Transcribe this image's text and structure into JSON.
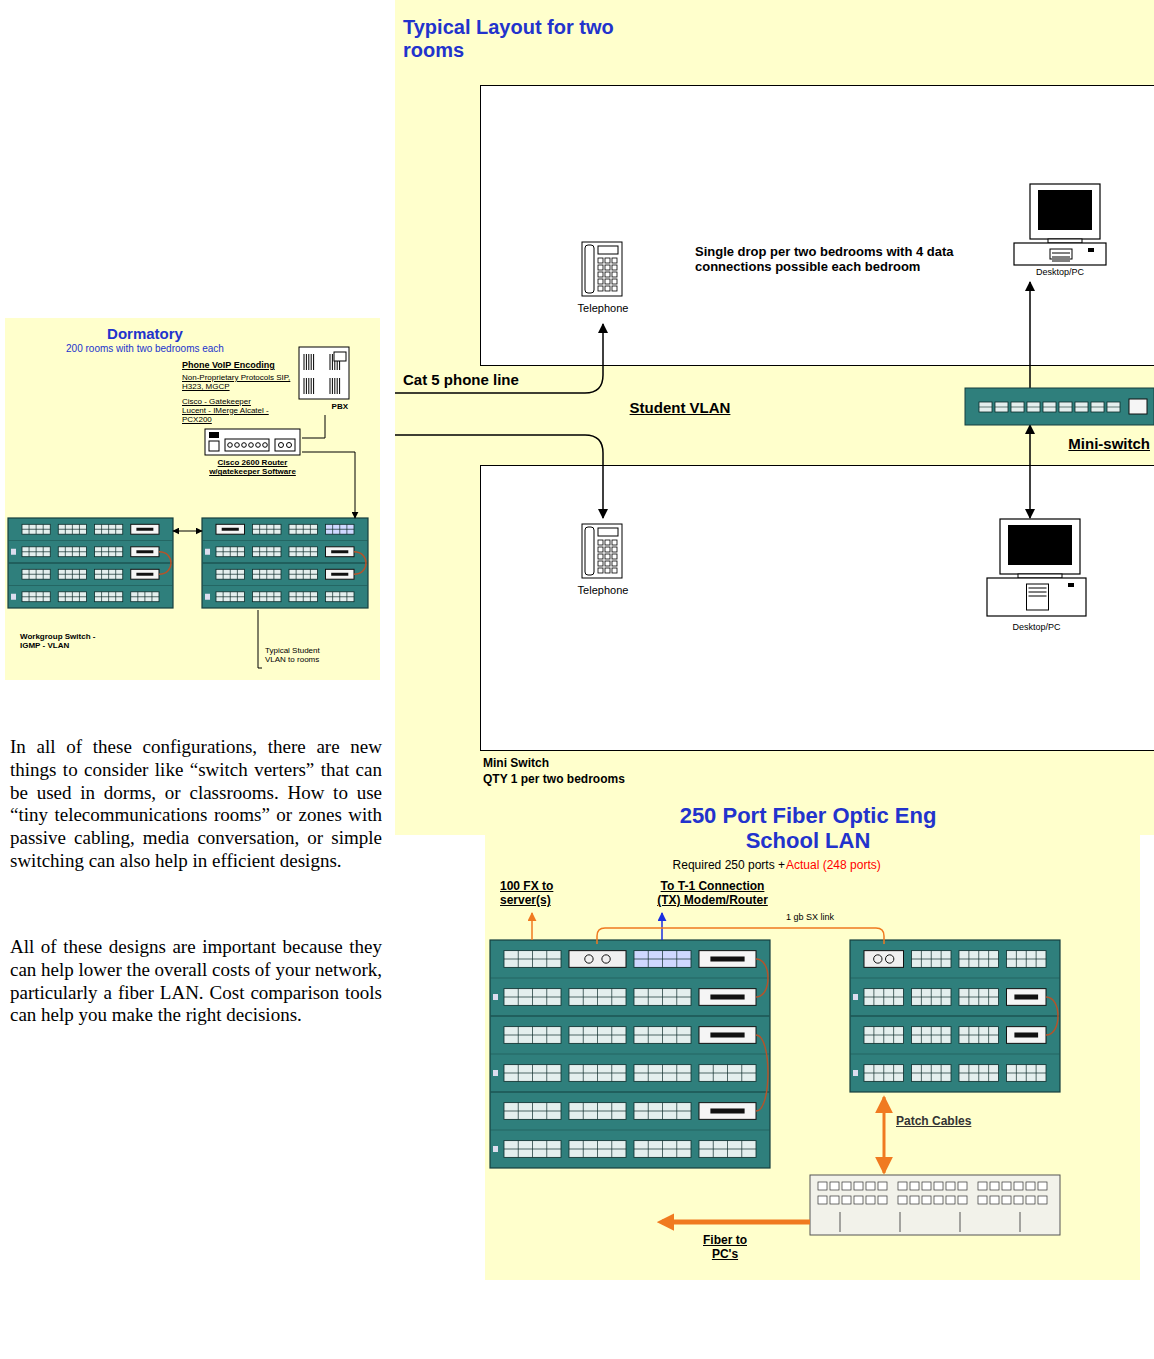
{
  "diagram": {
    "nodes": [
      {
        "text": [
          "Typical Layout for two rooms"
        ]
      },
      {
        "text": [
          "Single drop per two bedrooms with 4 data connections possible each bedroom"
        ],
        "in": 0
      },
      {
        "text": [
          "Telephone"
        ],
        "in": 1
      },
      {
        "text": [
          "Desktop/PC"
        ],
        "in": 1
      },
      {
        "text": [
          "Mini-switch"
        ],
        "in": 0
      },
      {
        "text": [
          "Telephone"
        ],
        "in": 0
      },
      {
        "text": [
          "Desktop/PC"
        ],
        "in": 0
      },
      {
        "text": [
          "Dormatory",
          "200 rooms with two bedrooms each"
        ]
      },
      {
        "text": [
          "PBX"
        ],
        "in": 7
      },
      {
        "text": [
          "Cisco 2600 Router w/gatekeeper Software"
        ],
        "in": 7
      },
      {
        "text": [
          "Workgroup Switch - IGMP - VLAN"
        ],
        "in": 7
      },
      {
        "text": [
          "Typical Student VLAN to rooms"
        ],
        "in": 7
      },
      {
        "text": [
          "250 Port Fiber Optic Eng School LAN",
          "Required 250 ports +",
          "Actual (248 ports)"
        ]
      }
    ],
    "edges": [
      {
        "from": 4,
        "to": 3,
        "arrow": "to"
      },
      {
        "from": 4,
        "to": 6,
        "arrow": "both"
      },
      {
        "from": 8,
        "to": 9,
        "arrow": "none"
      },
      {
        "from": 9,
        "to": 11,
        "arrow": "to"
      },
      {
        "from": 10,
        "to": 11,
        "arrow": "both"
      }
    ],
    "labels": [
      "Cat 5 phone line",
      "Student VLAN",
      "Mini Switch",
      "QTY 1 per two bedrooms",
      "Phone VoIP Encoding",
      "Non-Proprietary Protocols SIP, H323, MGCP",
      "Cisco - Gatekeeper Lucent - IMerge Alcatel - PCX200",
      "In all of these configurations, there are new things to consider like “switch verters” that can be used in dorms, or classrooms. How to use “tiny telecommunications rooms” or zones with passive cabling, media conversation, or simple switching can also help in efficient designs.",
      "All of these designs are important because they can help lower the overall costs of your network, particularly a fiber LAN. Cost comparison tools can help you make the right decisions.",
      "100 FX to server(s)",
      "To T-1 Connection (TX) Modem/Router",
      "1 gb SX link",
      "Patch Cables",
      "Fiber to PC's"
    ]
  }
}
